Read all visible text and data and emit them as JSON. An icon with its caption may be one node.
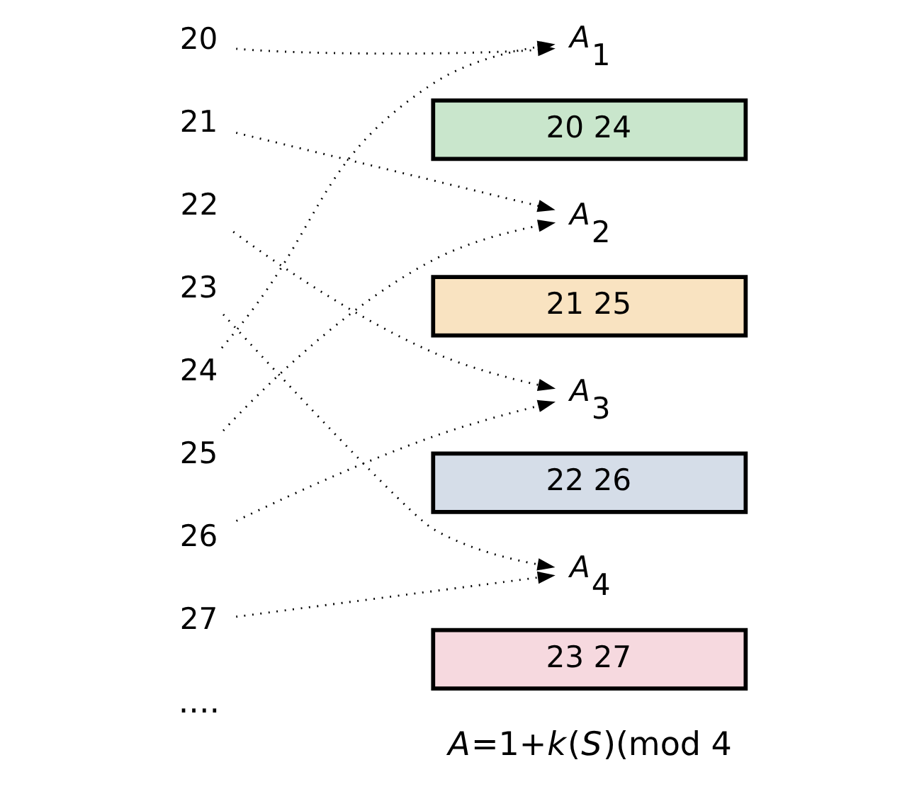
{
  "diagram": {
    "nodes": [
      {
        "text": [
          "20"
        ]
      },
      {
        "text": [
          "21"
        ]
      },
      {
        "text": [
          "22"
        ]
      },
      {
        "text": [
          "23"
        ]
      },
      {
        "text": [
          "24"
        ]
      },
      {
        "text": [
          "25"
        ]
      },
      {
        "text": [
          "26"
        ]
      },
      {
        "text": [
          "27"
        ]
      },
      {
        "text": [
          "*A*$_{1}$"
        ]
      },
      {
        "text": [
          "*A*$_{2}$"
        ]
      },
      {
        "text": [
          "*A*$_{3}$"
        ]
      },
      {
        "text": [
          "*A*$_{4}$"
        ]
      },
      {
        "text": [
          "20 24"
        ]
      },
      {
        "text": [
          "21 25"
        ]
      },
      {
        "text": [
          "22 26"
        ]
      },
      {
        "text": [
          "23 27"
        ]
      }
    ],
    "edges": [
      {
        "from": 0,
        "to": 8,
        "arrow": "to",
        "style": "dashed"
      },
      {
        "from": 1,
        "to": 9,
        "arrow": "to",
        "style": "dashed"
      },
      {
        "from": 2,
        "to": 10,
        "arrow": "to",
        "style": "dashed"
      },
      {
        "from": 3,
        "to": 11,
        "arrow": "to",
        "style": "dashed"
      },
      {
        "from": 4,
        "to": 8,
        "arrow": "to",
        "style": "dashed"
      },
      {
        "from": 5,
        "to": 9,
        "arrow": "to",
        "style": "dashed"
      },
      {
        "from": 6,
        "to": 10,
        "arrow": "to",
        "style": "dashed"
      },
      {
        "from": 7,
        "to": 11,
        "arrow": "to",
        "style": "dashed"
      }
    ],
    "labels": [
      "....",
      "*A*=1+*k*(*S*)(mod 4"
    ]
  }
}
